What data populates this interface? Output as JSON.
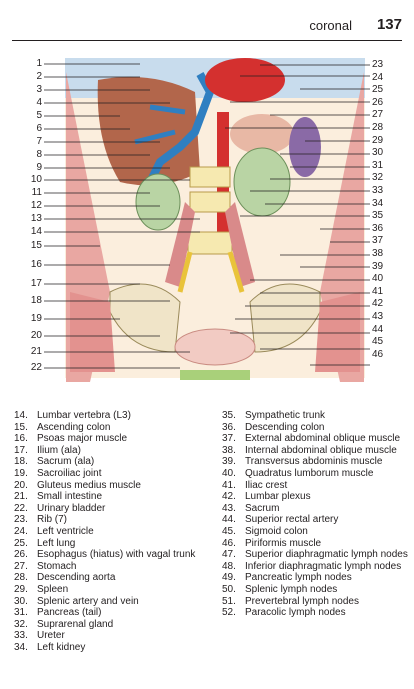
{
  "header": {
    "section": "coronal",
    "page_number": "137"
  },
  "figure": {
    "left_labels": [
      "1",
      "2",
      "3",
      "4",
      "5",
      "6",
      "7",
      "8",
      "9",
      "10",
      "11",
      "12",
      "13",
      "14",
      "15",
      "16",
      "17",
      "18",
      "19",
      "20",
      "21",
      "22"
    ],
    "right_labels": [
      "23",
      "24",
      "25",
      "26",
      "27",
      "28",
      "29",
      "30",
      "31",
      "32",
      "33",
      "34",
      "35",
      "36",
      "37",
      "38",
      "39",
      "40",
      "41",
      "42",
      "43",
      "44",
      "45",
      "46"
    ]
  },
  "legend": {
    "column1": [
      {
        "num": "14.",
        "text": "Lumbar vertebra (L3)"
      },
      {
        "num": "15.",
        "text": "Ascending colon"
      },
      {
        "num": "16.",
        "text": "Psoas major muscle"
      },
      {
        "num": "17.",
        "text": "Ilium (ala)"
      },
      {
        "num": "18.",
        "text": "Sacrum (ala)"
      },
      {
        "num": "19.",
        "text": "Sacroiliac joint"
      },
      {
        "num": "20.",
        "text": "Gluteus medius muscle"
      },
      {
        "num": "21.",
        "text": "Small intestine"
      },
      {
        "num": "22.",
        "text": "Urinary bladder"
      },
      {
        "num": "23.",
        "text": "Rib (7)"
      },
      {
        "num": "24.",
        "text": "Left ventricle"
      },
      {
        "num": "25.",
        "text": "Left lung"
      },
      {
        "num": "26.",
        "text": "Esophagus (hiatus) with vagal trunk"
      },
      {
        "num": "27.",
        "text": "Stomach"
      },
      {
        "num": "28.",
        "text": "Descending aorta"
      },
      {
        "num": "29.",
        "text": "Spleen"
      },
      {
        "num": "30.",
        "text": "Splenic artery and vein"
      },
      {
        "num": "31.",
        "text": "Pancreas (tail)"
      },
      {
        "num": "32.",
        "text": "Suprarenal gland"
      },
      {
        "num": "33.",
        "text": "Ureter"
      },
      {
        "num": "34.",
        "text": "Left kidney"
      }
    ],
    "column2": [
      {
        "num": "35.",
        "text": "Sympathetic trunk"
      },
      {
        "num": "36.",
        "text": "Descending colon"
      },
      {
        "num": "37.",
        "text": "External abdominal oblique muscle"
      },
      {
        "num": "38.",
        "text": "Internal abdominal oblique muscle"
      },
      {
        "num": "39.",
        "text": "Transversus abdominis muscle"
      },
      {
        "num": "40.",
        "text": "Quadratus lumborum muscle"
      },
      {
        "num": "41.",
        "text": "Iliac crest"
      },
      {
        "num": "42.",
        "text": "Lumbar plexus"
      },
      {
        "num": "43.",
        "text": "Sacrum"
      },
      {
        "num": "44.",
        "text": "Superior rectal artery"
      },
      {
        "num": "45.",
        "text": "Sigmoid colon"
      },
      {
        "num": "46.",
        "text": "Piriformis muscle"
      },
      {
        "num": "47.",
        "text": "Superior diaphragmatic lymph nodes"
      },
      {
        "num": "48.",
        "text": "Inferior diaphragmatic lymph nodes"
      },
      {
        "num": "49.",
        "text": "Pancreatic lymph nodes"
      },
      {
        "num": "50.",
        "text": "Splenic lymph nodes"
      },
      {
        "num": "51.",
        "text": "Prevertebral lymph nodes"
      },
      {
        "num": "52.",
        "text": "Paracolic lymph nodes"
      }
    ]
  }
}
